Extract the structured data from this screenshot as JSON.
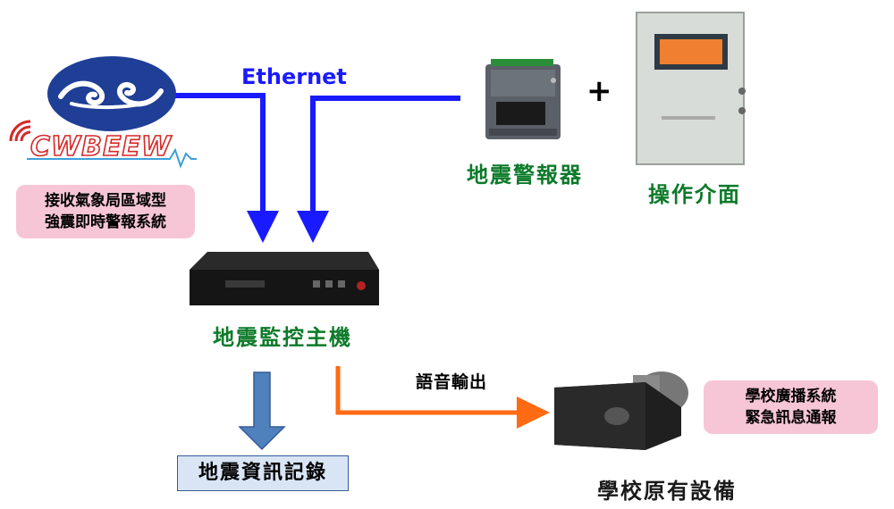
{
  "logo": {
    "wordmark": "CWBEEW",
    "description_lines": [
      "接收氣象局區域型",
      "強震即時警報系統"
    ]
  },
  "ethernet_label": "Ethernet",
  "devices": {
    "alarm": "地震警報器",
    "plus": "+",
    "interface": "操作介面",
    "host": "地震監控主機",
    "record": "地震資訊記錄",
    "audio_out": "語音輸出",
    "school_equipment": "學校原有設備"
  },
  "school_box_lines": [
    "學校廣播系統",
    "緊急訊息通報"
  ],
  "colors": {
    "ethernet_line": "#1a1aff",
    "audio_arrow": "#ff6a13",
    "record_arrow": "#4f81bd",
    "label_green": "#0d7a2a",
    "pink_box": "#f7c6d6"
  }
}
